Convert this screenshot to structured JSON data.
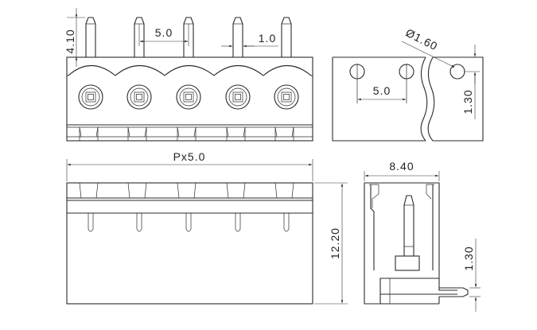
{
  "dimensions": {
    "pin_length": "4.10",
    "pitch_top": "5.0",
    "pin_width": "1.0",
    "hole_diameter": "Ø1.60",
    "hole_pitch": "5.0",
    "hole_offset": "1.30",
    "overall_width": "Px5.0",
    "overall_height": "12.20",
    "side_depth": "8.40",
    "side_pin_offset": "1.30"
  },
  "colors": {
    "line": "#2a2a2a",
    "background": "#ffffff"
  }
}
